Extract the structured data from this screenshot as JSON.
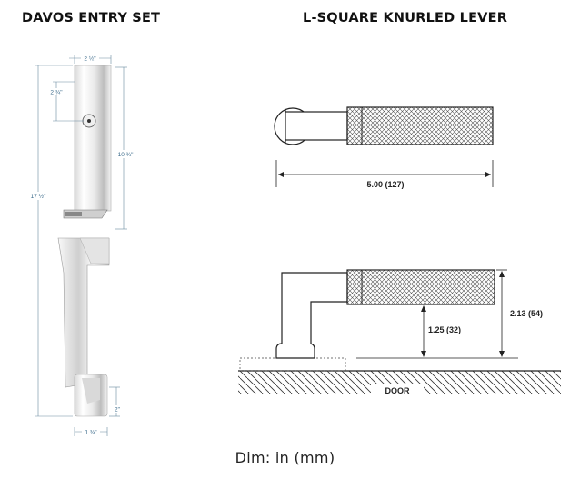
{
  "titles": {
    "left": "DAVOS ENTRY SET",
    "right": "L-SQUARE KNURLED LEVER"
  },
  "entry_set_dims": {
    "width_top": "2 ½\"",
    "cylinder_offset": "2 ¾\"",
    "upper_height": "10 ¾\"",
    "total_height": "17 ½\"",
    "bottom_height": "2\"",
    "width_bottom": "1 ¾\""
  },
  "lever_dims": {
    "length": "5.00 (127)",
    "projection": "2.13 (54)",
    "offset": "1.25 (32)",
    "door_label": "DOOR"
  },
  "caption": "Dim: in (mm)"
}
